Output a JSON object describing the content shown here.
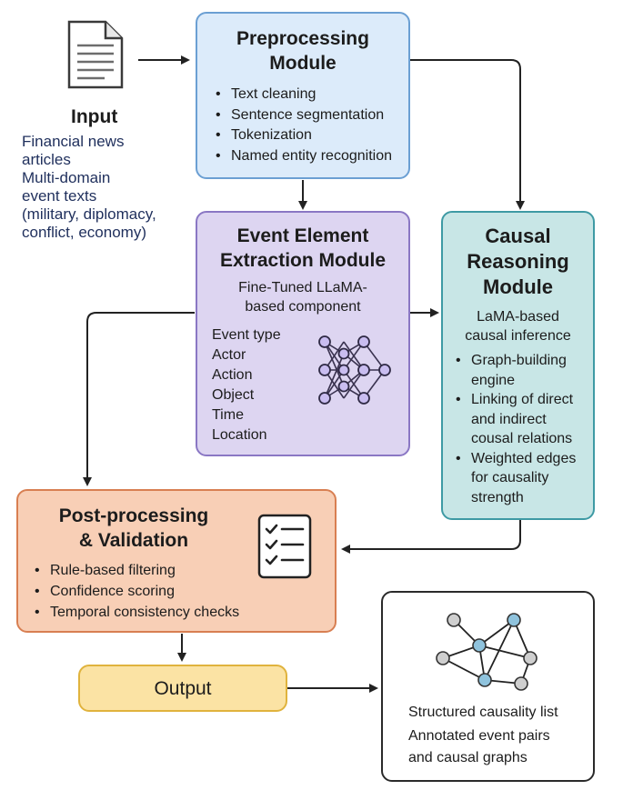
{
  "input": {
    "title": "Input",
    "lines": [
      "Financial news",
      "articles",
      "Multi-domain",
      "event texts",
      "(military, diplomacy,",
      "conflict, economy)"
    ]
  },
  "preprocessing": {
    "title_lines": [
      "Preprocessing",
      "Module"
    ],
    "items": [
      "Text cleaning",
      "Sentence segmentation",
      "Tokenization",
      "Named entity recognition"
    ]
  },
  "extraction": {
    "title_lines": [
      "Event Element",
      "Extraction Module"
    ],
    "subtitle_lines": [
      "Fine-Tuned LLaMA-",
      "based component"
    ],
    "items": [
      "Event type",
      "Actor",
      "Action",
      "Object",
      "Time",
      "Location"
    ]
  },
  "causal": {
    "title_lines": [
      "Causal",
      "Reasoning",
      "Module"
    ],
    "subtitle_lines": [
      "LaMA-based",
      "causal inference"
    ],
    "items": [
      [
        "Graph-building",
        "engine"
      ],
      [
        "Linking of direct",
        "and indirect",
        "cousal relations"
      ],
      [
        "Weighted edges",
        "for causality",
        "strength"
      ]
    ]
  },
  "postprocessing": {
    "title_lines": [
      "Post-processing",
      "& Validation"
    ],
    "items": [
      "Rule-based filtering",
      "Confidence scoring",
      "Temporal consistency checks"
    ]
  },
  "output": {
    "label": "Output"
  },
  "results": {
    "lines": [
      "Structured causality list",
      "Annotated event pairs",
      "and causal graphs"
    ]
  },
  "colors": {
    "pre_fill": "#dcebfa",
    "pre_border": "#6b9fd3",
    "ext_fill": "#ddd5f1",
    "ext_border": "#8a77c4",
    "cau_fill": "#c8e6e6",
    "cau_border": "#3e9aa4",
    "post_fill": "#f8cfb6",
    "post_border": "#d87f52",
    "out_fill": "#fbe3a4",
    "out_border": "#e0b33d",
    "node_blue": "#8fc3dd",
    "node_gray": "#cfcfcf"
  }
}
